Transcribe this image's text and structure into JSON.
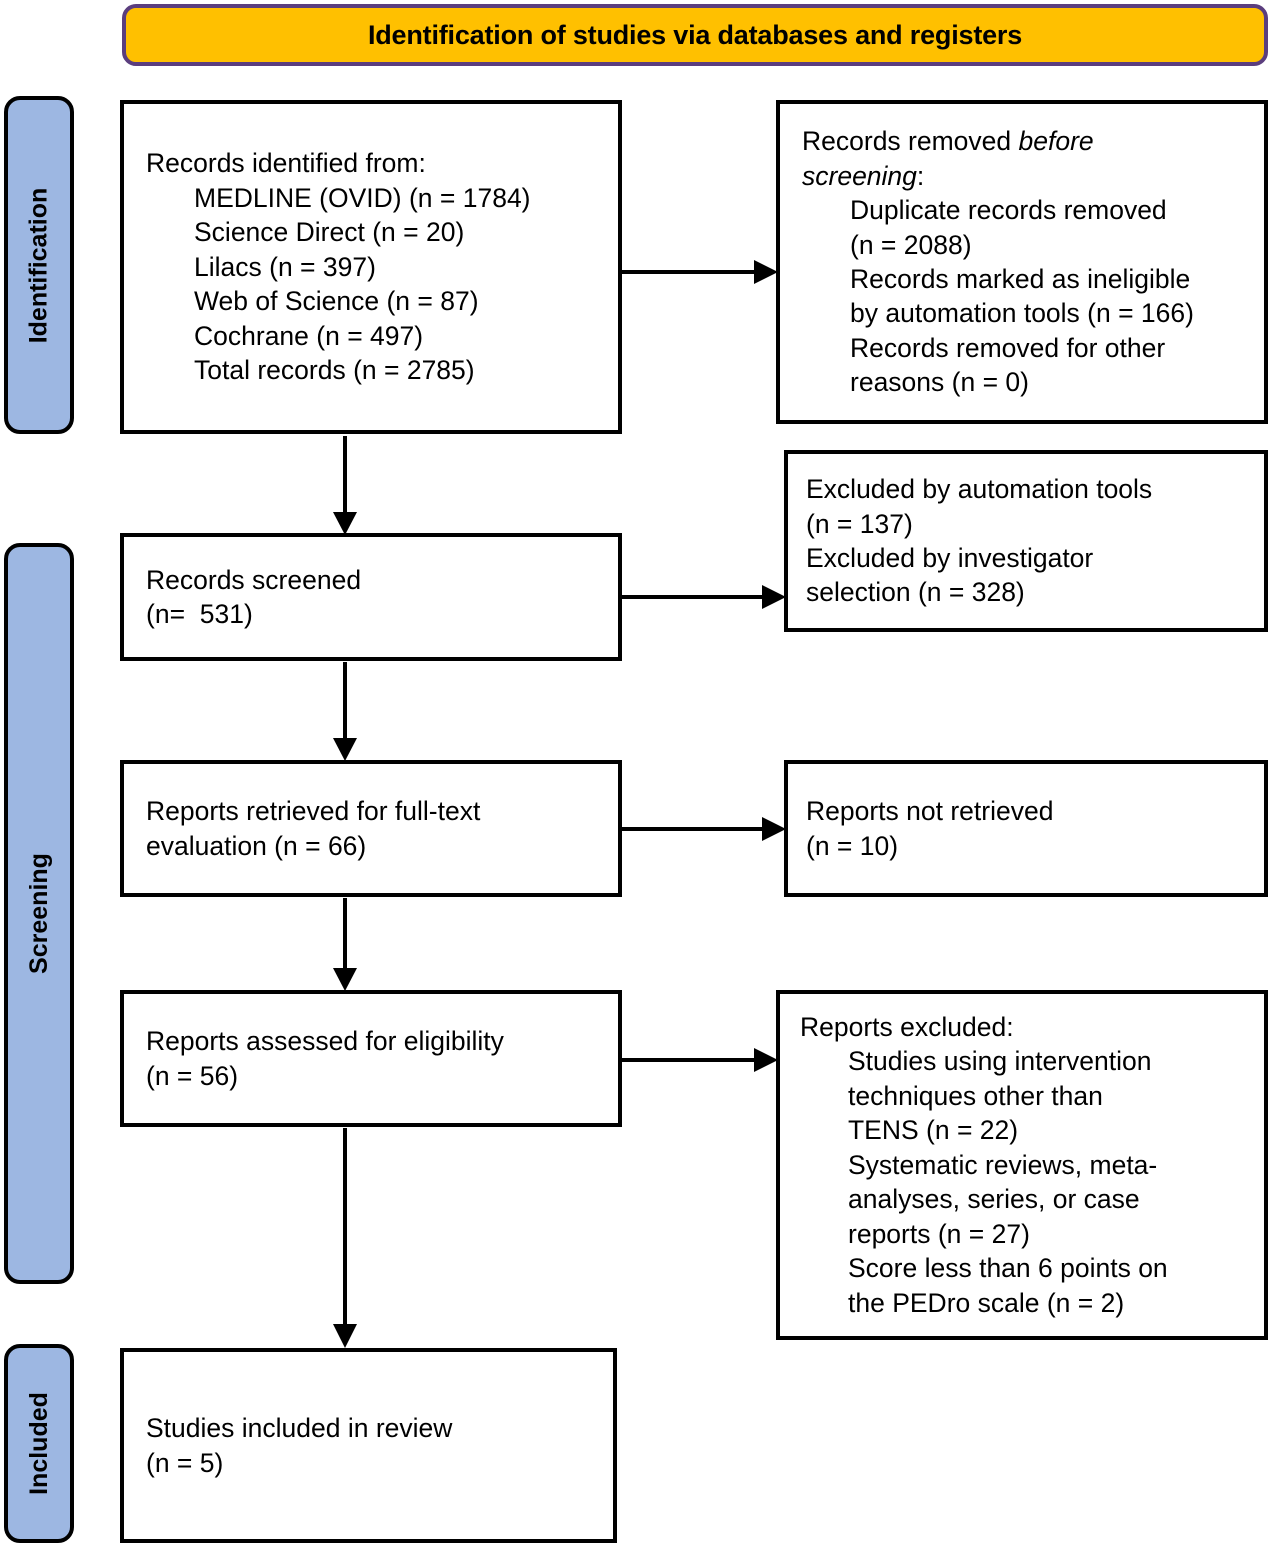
{
  "diagram": {
    "type": "prisma-flow-diagram",
    "banner": {
      "title": "Identification of studies via databases and registers",
      "fill_color": "#FFC000",
      "border_color": "#5B3E7E"
    },
    "stage_labels": [
      {
        "id": "identification",
        "label": "Identification",
        "fill_color": "#9DB7E2"
      },
      {
        "id": "screening",
        "label": "Screening",
        "fill_color": "#9DB7E2"
      },
      {
        "id": "included",
        "label": "Included",
        "fill_color": "#9DB7E2"
      }
    ],
    "boxes": {
      "records_identified": {
        "id": "records-identified",
        "lines": [
          {
            "text": "Records identified from:",
            "indent": false
          },
          {
            "text": "MEDLINE (OVID) (n = 1784)",
            "indent": true
          },
          {
            "text": "Science Direct (n = 20)",
            "indent": true
          },
          {
            "text": "Lilacs (n = 397)",
            "indent": true
          },
          {
            "text": "Web of Science (n = 87)",
            "indent": true
          },
          {
            "text": "Cochrane (n = 497)",
            "indent": true
          },
          {
            "text": "Total records (n = 2785)",
            "indent": true
          }
        ]
      },
      "records_removed": {
        "id": "records-removed-before-screening",
        "lines": [
          {
            "text": "Records removed ",
            "italic_tail": "before",
            "indent": false
          },
          {
            "text": "screening",
            "italic_lead": true,
            "tail": ":",
            "indent": false
          },
          {
            "text": "Duplicate records removed",
            "indent": true
          },
          {
            "text": "(n = 2088)",
            "indent": true
          },
          {
            "text": "Records marked as ineligible",
            "indent": true
          },
          {
            "text": "by automation tools (n = 166)",
            "indent": true
          },
          {
            "text": "Records removed for other",
            "indent": true
          },
          {
            "text": "reasons (n = 0)",
            "indent": true
          }
        ]
      },
      "records_screened": {
        "id": "records-screened",
        "lines": [
          {
            "text": "Records screened",
            "indent": false
          },
          {
            "text": "(n=  531)",
            "indent": false
          }
        ]
      },
      "excluded_screening": {
        "id": "excluded-at-screening",
        "lines": [
          {
            "text": "Excluded by automation tools",
            "indent": false
          },
          {
            "text": "(n = 137)",
            "indent": false
          },
          {
            "text": "Excluded by investigator",
            "indent": false
          },
          {
            "text": "selection (n = 328)",
            "indent": false
          }
        ]
      },
      "reports_retrieved": {
        "id": "reports-retrieved",
        "lines": [
          {
            "text": "Reports retrieved for full-text",
            "indent": false
          },
          {
            "text": "evaluation (n = 66)",
            "indent": false
          }
        ]
      },
      "reports_not_retrieved": {
        "id": "reports-not-retrieved",
        "lines": [
          {
            "text": "Reports not retrieved",
            "indent": false
          },
          {
            "text": "(n = 10)",
            "indent": false
          }
        ]
      },
      "reports_assessed": {
        "id": "reports-assessed-for-eligibility",
        "lines": [
          {
            "text": "Reports assessed for eligibility",
            "indent": false
          },
          {
            "text": "(n = 56)",
            "indent": false
          }
        ]
      },
      "reports_excluded": {
        "id": "reports-excluded",
        "lines": [
          {
            "text": "Reports excluded:",
            "indent": false
          },
          {
            "text": "Studies using intervention",
            "indent": true
          },
          {
            "text": "techniques other than",
            "indent": true
          },
          {
            "text": "TENS (n = 22)",
            "indent": true
          },
          {
            "text": "Systematic reviews, meta-",
            "indent": true
          },
          {
            "text": "analyses, series, or case",
            "indent": true
          },
          {
            "text": "reports (n = 27)",
            "indent": true
          },
          {
            "text": "Score less than 6 points on",
            "indent": true
          },
          {
            "text": "the PEDro scale (n = 2)",
            "indent": true
          }
        ]
      },
      "studies_included": {
        "id": "studies-included-in-review",
        "lines": [
          {
            "text": "Studies included in review",
            "indent": false
          },
          {
            "text": "(n = 5)",
            "indent": false
          }
        ]
      }
    },
    "counts": {
      "medline_ovid": 1784,
      "science_direct": 20,
      "lilacs": 397,
      "web_of_science": 87,
      "cochrane": 497,
      "total_records": 2785,
      "duplicates_removed": 2088,
      "ineligible_by_automation": 166,
      "removed_other_reasons": 0,
      "records_screened": 531,
      "excluded_by_automation_tools": 137,
      "excluded_by_investigator": 328,
      "reports_retrieved": 66,
      "reports_not_retrieved": 10,
      "reports_assessed": 56,
      "excluded_non_tens": 22,
      "excluded_reviews_meta": 27,
      "excluded_low_pedro": 2,
      "studies_included": 5
    }
  }
}
